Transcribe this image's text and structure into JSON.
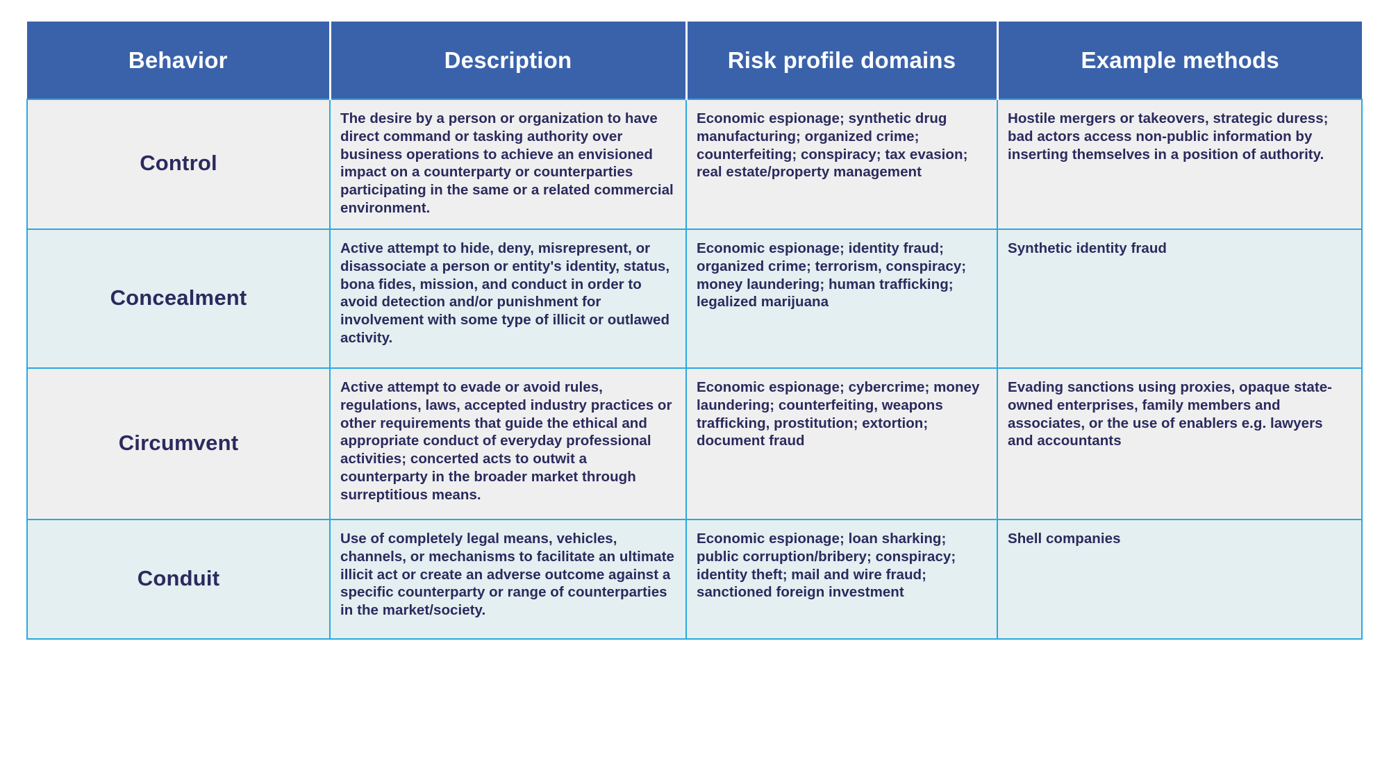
{
  "table": {
    "columns": [
      {
        "key": "behavior",
        "label": "Behavior"
      },
      {
        "key": "description",
        "label": "Description"
      },
      {
        "key": "risk_profile_domains",
        "label": "Risk profile domains"
      },
      {
        "key": "example_methods",
        "label": "Example methods"
      }
    ],
    "rows": [
      {
        "behavior": "Control",
        "description": "The desire by a person or organization to have direct command or tasking authority over business operations to achieve an envisioned impact on a counterparty or counterparties participating in the same or a related commercial environment.",
        "risk_profile_domains": "Economic espionage; synthetic drug manufacturing; organized crime; counterfeiting; conspiracy; tax evasion; real estate/property management",
        "example_methods": "Hostile mergers or takeovers, strategic duress; bad actors access non-public information by inserting themselves in a position of authority."
      },
      {
        "behavior": "Concealment",
        "description": "Active attempt to hide, deny, misrepresent, or disassociate a person or entity's identity, status, bona fides, mission, and conduct in order to avoid detection and/or punishment for involvement with some type of illicit or outlawed activity.",
        "risk_profile_domains": "Economic espionage; identity fraud; organized crime; terrorism, conspiracy; money laundering; human trafficking; legalized marijuana",
        "example_methods": "Synthetic identity fraud"
      },
      {
        "behavior": "Circumvent",
        "description": "Active attempt to evade or avoid rules, regulations, laws, accepted industry practices or other requirements that guide the ethical and appropriate conduct of everyday professional activities; concerted acts to outwit a counterparty in the broader market through surreptitious means.",
        "risk_profile_domains": "Economic espionage; cybercrime; money laundering; counterfeiting, weapons trafficking, prostitution; extortion; document fraud",
        "example_methods": "Evading sanctions using proxies, opaque state-owned enterprises, family members and associates, or the use of enablers e.g. lawyers and accountants"
      },
      {
        "behavior": "Conduit",
        "description": "Use of completely legal means, vehicles, channels, or mechanisms to facilitate an ultimate illicit act or create an adverse outcome against a specific counterparty or range of counterparties in the market/society.",
        "risk_profile_domains": "Economic espionage; loan sharking; public corruption/bribery; conspiracy; identity theft;  mail and wire fraud; sanctioned foreign investment",
        "example_methods": "Shell companies"
      }
    ]
  },
  "colors": {
    "header_background": "#3a62ab",
    "header_text": "#ffffff",
    "body_text": "#2b2a5e",
    "row_odd_background": "#efefef",
    "row_even_background": "#e3eff0",
    "cell_border": "#29a8e0"
  }
}
